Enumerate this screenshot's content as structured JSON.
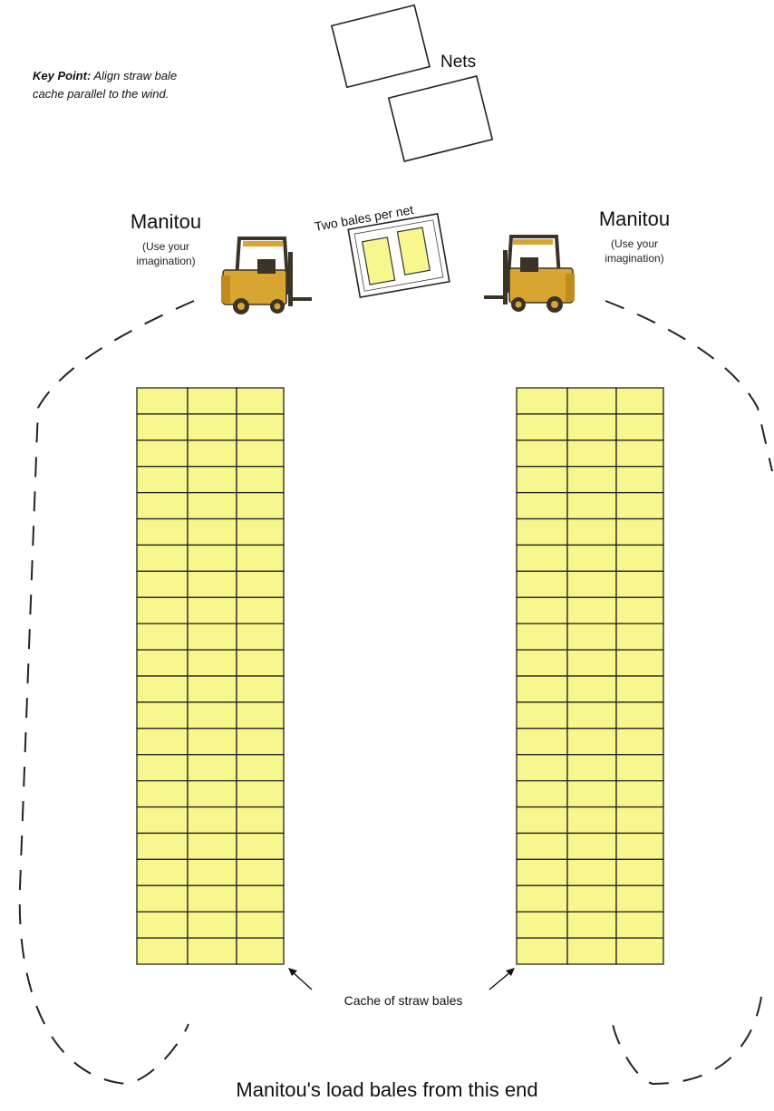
{
  "key_point": {
    "label": "Key Point:",
    "text_line1": " Align straw bale",
    "text_line2": "cache parallel to the wind."
  },
  "nets_label": "Nets",
  "two_bales_label": "Two bales per net",
  "manitou_left": {
    "title": "Manitou",
    "note_line1": "(Use your",
    "note_line2": "imagination)"
  },
  "manitou_right": {
    "title": "Manitou",
    "note_line1": "(Use your",
    "note_line2": "imagination)"
  },
  "cache_label": "Cache of straw bales",
  "bottom_label": "Manitou's load bales from this end",
  "bale_stacks": {
    "columns": 3,
    "rows": 22,
    "count": 2
  },
  "colors": {
    "bale_fill": "#f7f78e",
    "bale_stroke": "#222222",
    "forklift_body": "#d8a531",
    "forklift_dark": "#3a3326",
    "dash_line": "#222222"
  },
  "icons": {
    "forklift": "forklift-icon",
    "arrow": "arrow-icon"
  }
}
